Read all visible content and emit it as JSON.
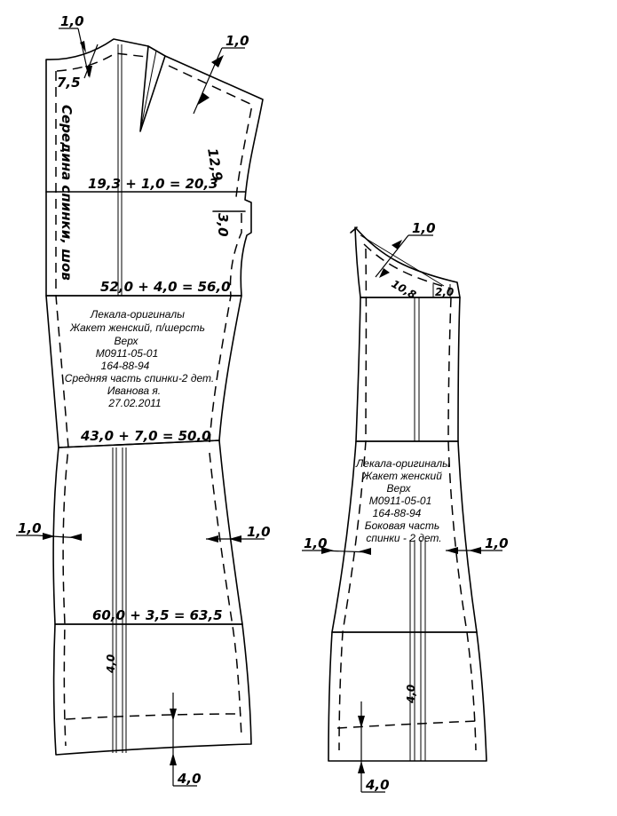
{
  "seam_allowances": {
    "neck": "1,0",
    "shoulder": "1,0",
    "back_side": "1,0",
    "back_middle": "1,0",
    "side_neck": "1,0",
    "side_left": "1,0",
    "side_right": "1,0"
  },
  "hem_allowances": {
    "back": "4,0",
    "side": "4,0"
  },
  "measurements": {
    "neck_depth": "7,5",
    "armhole_top": "12,9",
    "armhole_notch": "3,0",
    "chest_line": "19,3 + 1,0 = 20,3",
    "bust_line": "52,0 + 4,0 = 56,0",
    "waist_line": "43,0 + 7,0 = 50,0",
    "hip_line": "60,0 + 3,5 = 63,5",
    "side_armhole": "10,8",
    "side_notch": "2,0",
    "back_hem_mark": "4,0",
    "side_hem_mark": "4,0"
  },
  "vertical_label": "Середина спинки, шов",
  "back_piece_label": [
    "Лекала-оригиналы",
    "Жакет женский, п/шерсть",
    "Верх",
    "М0911-05-01",
    "164-88-94",
    "Средняя часть спинки-2 дет.",
    "Иванова я.",
    "27.02.2011"
  ],
  "side_piece_label": [
    "Лекала-оригиналы",
    "Жакет женский",
    "Верх",
    "М0911-05-01",
    "164-88-94",
    "Боковая часть",
    "спинки - 2 дет."
  ]
}
